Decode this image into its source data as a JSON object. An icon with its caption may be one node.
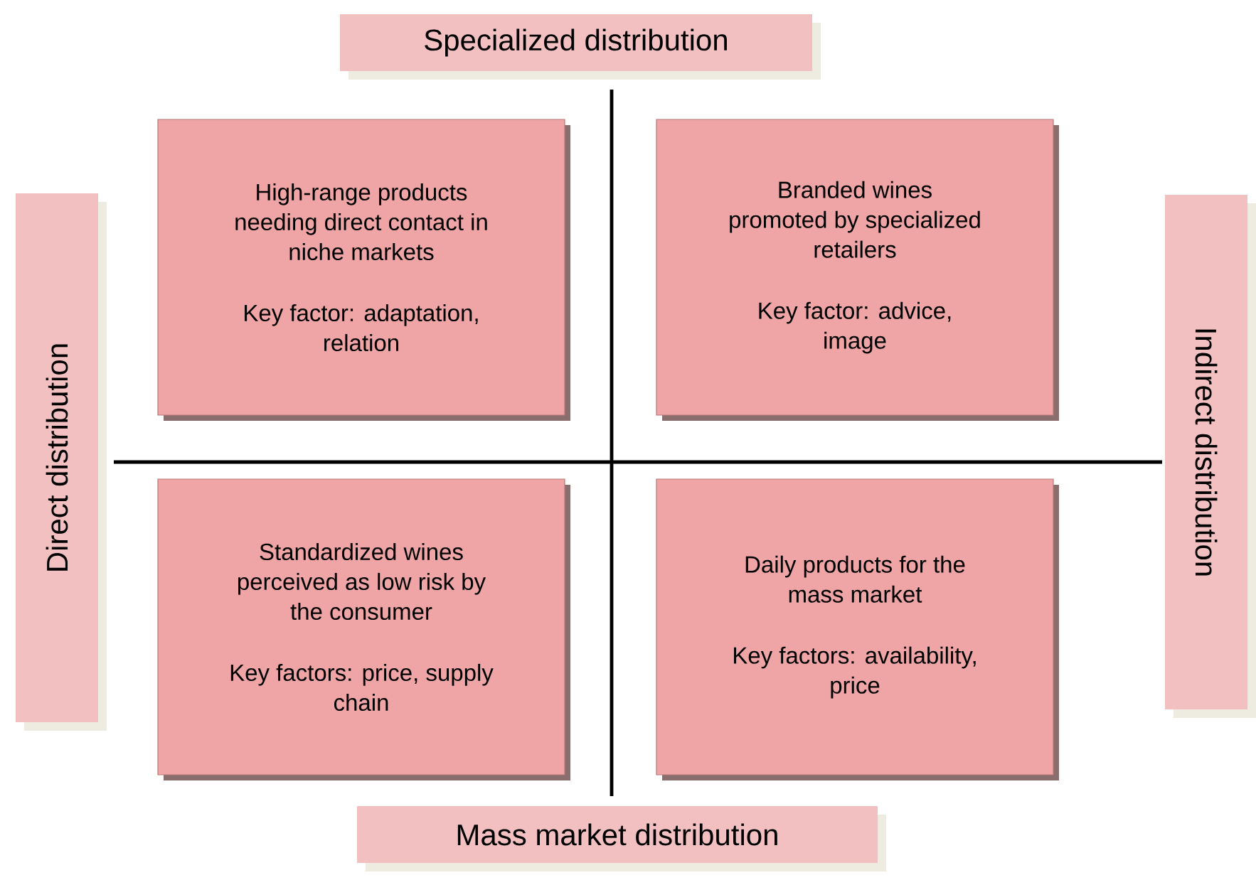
{
  "diagram": {
    "nodes": [
      {
        "text": [
          "Specialized distribution"
        ]
      },
      {
        "text": [
          "Direct distribution"
        ]
      },
      {
        "text": [
          "Indirect distribution"
        ]
      },
      {
        "text": [
          "Mass market distribution"
        ]
      },
      {
        "text": [
          "High-range products needing direct contact in niche markets",
          "Key factor: adaptation, relation"
        ]
      },
      {
        "text": [
          "Branded wines promoted by specialized retailers",
          "Key factor: advice, image"
        ]
      },
      {
        "text": [
          "Standardized wines perceived as low risk by the consumer",
          "Key factors: price, supply chain"
        ]
      },
      {
        "text": [
          "Daily products for the mass market",
          "Key factors: availability, price"
        ]
      }
    ]
  }
}
